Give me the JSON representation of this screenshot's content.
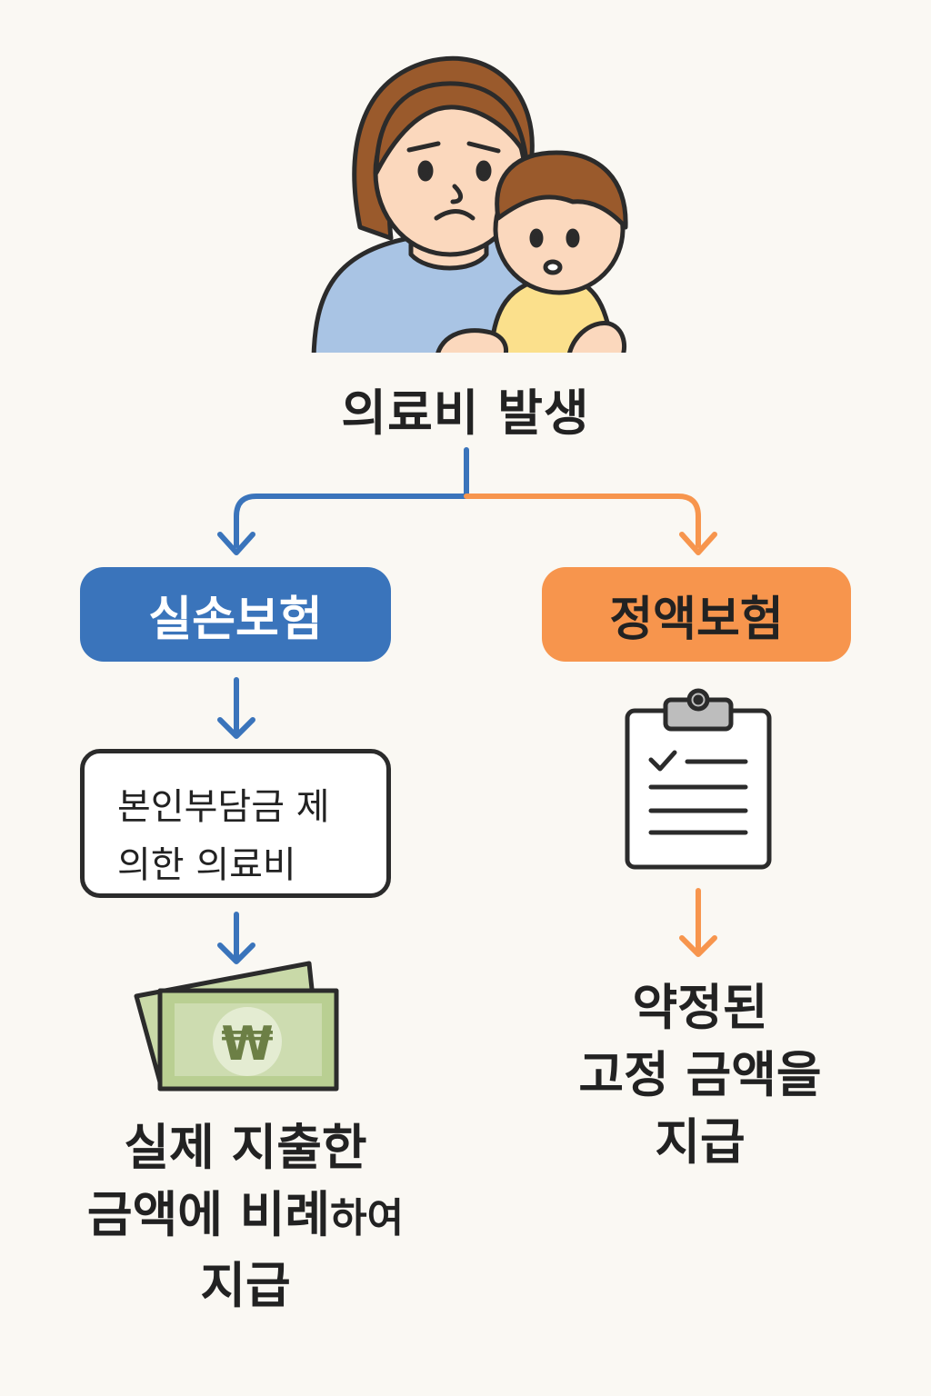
{
  "title": "의료비 발생",
  "left": {
    "label": "실손보험",
    "box_line1": "본인부담금 제",
    "box_line2": "의한 의료비",
    "currency_symbol": "₩",
    "result_line1": "실제 지출한",
    "result_line2a": "금액에 비례",
    "result_line2b": "하여",
    "result_line3": "지급",
    "color": "#3a74bb"
  },
  "right": {
    "label": "정액보험",
    "result_line1": "약정된",
    "result_line2": "고정 금액을",
    "result_line3": "지급",
    "color": "#f7954d"
  },
  "icons": {
    "illustration": "mother-with-child",
    "money": "won-banknotes-icon",
    "document": "clipboard-checklist-icon"
  }
}
